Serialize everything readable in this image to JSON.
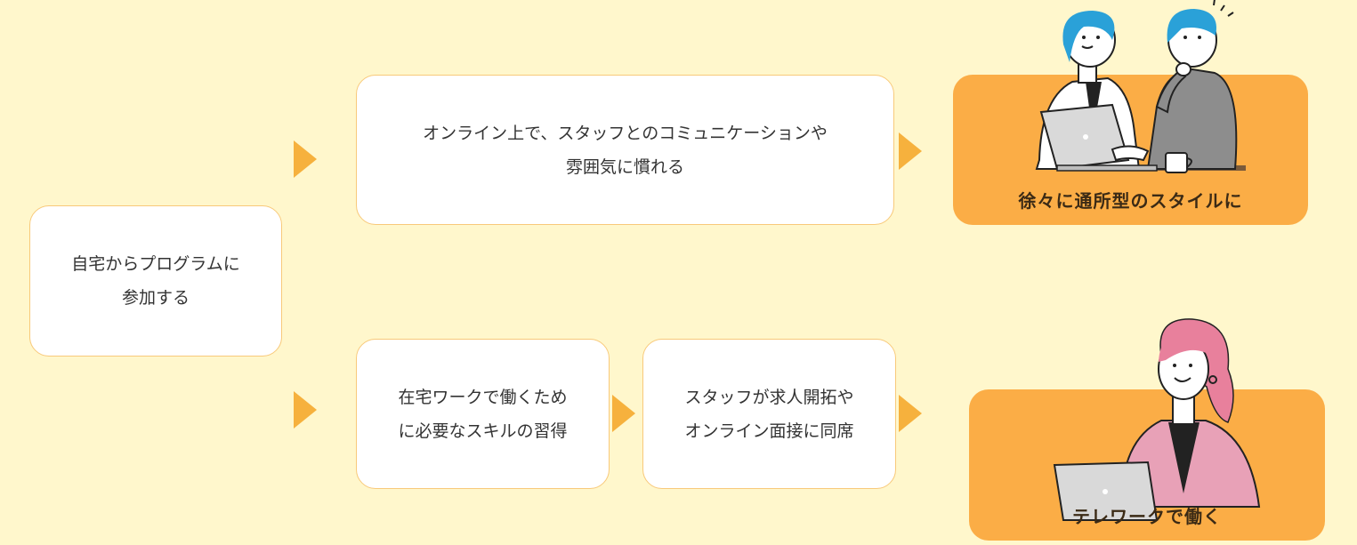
{
  "start": {
    "text": "自宅からプログラムに\n参加する"
  },
  "top_path": {
    "step1": "オンライン上で、スタッフとのコミュニケーションや\n雰囲気に慣れる",
    "result": "徐々に通所型のスタイルに"
  },
  "bottom_path": {
    "step1": "在宅ワークで働くため\nに必要なスキルの習得",
    "step2": "スタッフが求人開拓や\nオンライン面接に同席",
    "result": "テレワークで働く"
  },
  "colors": {
    "background": "#fff7cc",
    "accent": "#f5a82e",
    "result_bg": "#fbad46",
    "box_border": "#f8c97a"
  },
  "icons": [
    "arrow-right-icon",
    "two-people-laptop-illustration",
    "woman-laptop-illustration"
  ]
}
